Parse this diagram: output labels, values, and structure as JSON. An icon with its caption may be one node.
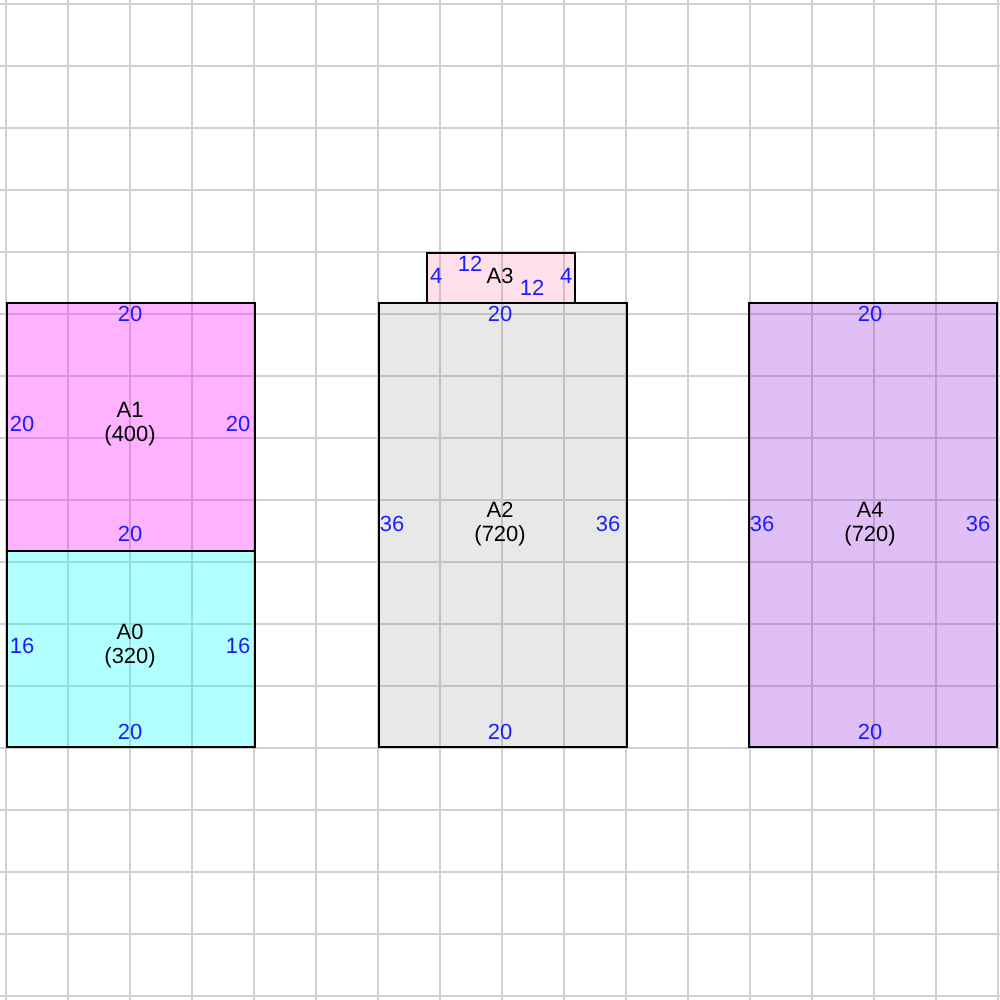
{
  "diagram": {
    "nodes": [
      {
        "text": [
          "20",
          "A1",
          "(400)",
          "20",
          "20",
          "20"
        ]
      },
      {
        "text": [
          "A0",
          "(320)",
          "16",
          "16",
          "20"
        ]
      },
      {
        "text": [
          "4",
          "12",
          "A3",
          "12",
          "4"
        ]
      },
      {
        "text": [
          "20",
          "A2",
          "(720)",
          "36",
          "36",
          "20"
        ]
      },
      {
        "text": [
          "20",
          "A4",
          "(720)",
          "36",
          "36",
          "20"
        ]
      }
    ]
  }
}
